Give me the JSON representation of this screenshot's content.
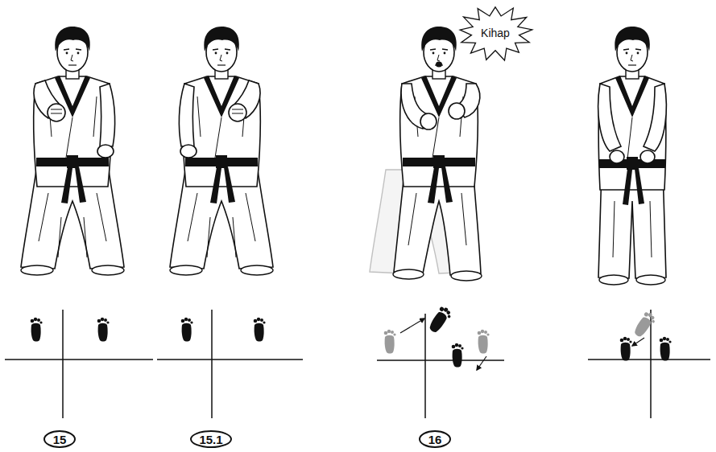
{
  "diagram": {
    "nodes": [
      {
        "text": [
          "Kihap"
        ]
      },
      {
        "text": [
          "15"
        ]
      },
      {
        "text": [
          "15.1"
        ]
      },
      {
        "text": [
          "16"
        ]
      }
    ]
  }
}
